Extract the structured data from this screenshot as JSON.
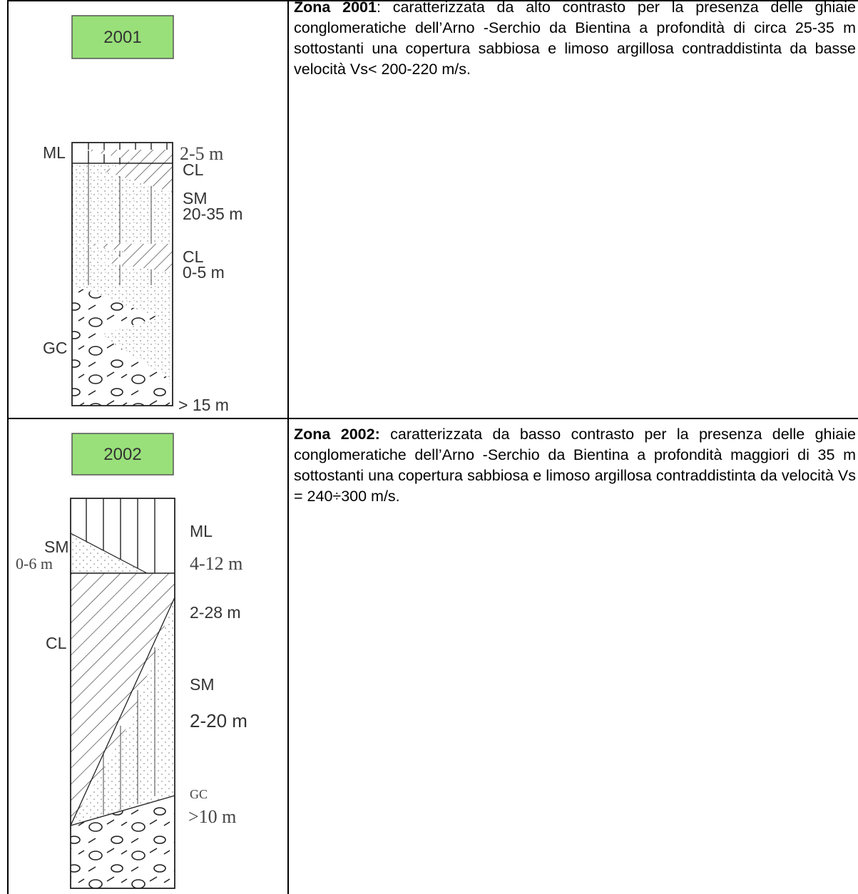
{
  "zones": [
    {
      "code": "2001",
      "title": "Zona 2001",
      "title_suffix": ":",
      "description": " caratterizzata da alto contrasto per la presenza delle ghiaie conglomeratiche dell’Arno -Serchio da Bientina a profondità di circa 25-35 m sottostanti una copertura sabbiosa e limoso argillosa contraddistinta da basse velocità Vs< 200-220 m/s.",
      "labels": {
        "ml": "ML",
        "ml_thick": "2-5 m",
        "cl1": "CL",
        "sm": "SM",
        "sm_thick": "20-35 m",
        "cl2": "CL",
        "cl2_thick": "0-5 m",
        "gc": "GC",
        "gc_thick": "> 15 m"
      }
    },
    {
      "code": "2002",
      "title": "Zona 2002:",
      "title_suffix": "",
      "description": " caratterizzata da basso contrasto per la presenza delle ghiaie conglomeratiche dell’Arno -Serchio da Bientina a profondità maggiori di 35 m sottostanti una copertura sabbiosa e limoso argillosa contraddistinta da velocità Vs = 240÷300 m/s.",
      "labels": {
        "ml": "ML",
        "ml_thick": "4-12 m",
        "sm_top": "SM",
        "sm_top_thick": "0-6 m",
        "cl_thick": "2-28 m",
        "cl": "CL",
        "sm": "SM",
        "sm_thick": "2-20 m",
        "gc": "GC",
        "gc_thick": ">10 m"
      }
    }
  ],
  "colors": {
    "zone_badge": "#99e07a",
    "border": "#000000"
  }
}
